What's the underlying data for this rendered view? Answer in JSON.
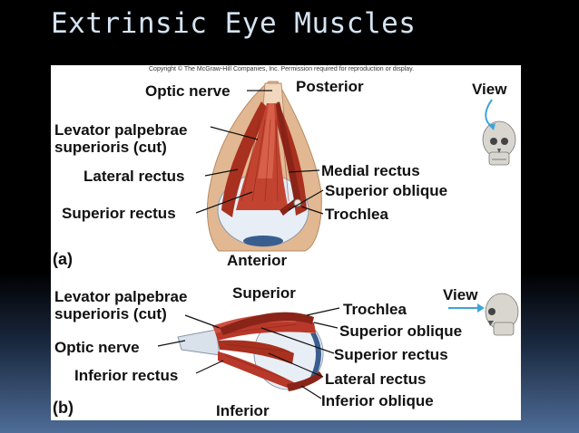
{
  "slide": {
    "title": "Extrinsic Eye Muscles"
  },
  "figure": {
    "copyright": "Copyright © The McGraw-Hill Companies, Inc. Permission required for reproduction or display.",
    "panel_a": {
      "letter": "(a)",
      "orientation": {
        "top": "Posterior",
        "bottom": "Anterior"
      },
      "view_label": "View",
      "labels": {
        "optic_nerve": "Optic nerve",
        "levator_line1": "Levator palpebrae",
        "levator_line2": "superioris (cut)",
        "lateral_rectus": "Lateral rectus",
        "superior_rectus": "Superior rectus",
        "medial_rectus": "Medial rectus",
        "superior_oblique": "Superior oblique",
        "trochlea": "Trochlea"
      }
    },
    "panel_b": {
      "letter": "(b)",
      "orientation": {
        "top": "Superior",
        "bottom": "Inferior"
      },
      "view_label": "View",
      "labels": {
        "levator_line1": "Levator palpebrae",
        "levator_line2": "superioris (cut)",
        "optic_nerve": "Optic nerve",
        "inferior_rectus": "Inferior rectus",
        "trochlea": "Trochlea",
        "superior_oblique": "Superior oblique",
        "superior_rectus": "Superior rectus",
        "lateral_rectus": "Lateral rectus",
        "inferior_oblique": "Inferior oblique"
      }
    },
    "colors": {
      "muscle": "#b8382a",
      "muscle_dark": "#7e1e16",
      "eyeball": "#e8eef5",
      "iris": "#3a5d8f",
      "bone": "#e2b893",
      "arrow": "#3ea3d8"
    }
  }
}
